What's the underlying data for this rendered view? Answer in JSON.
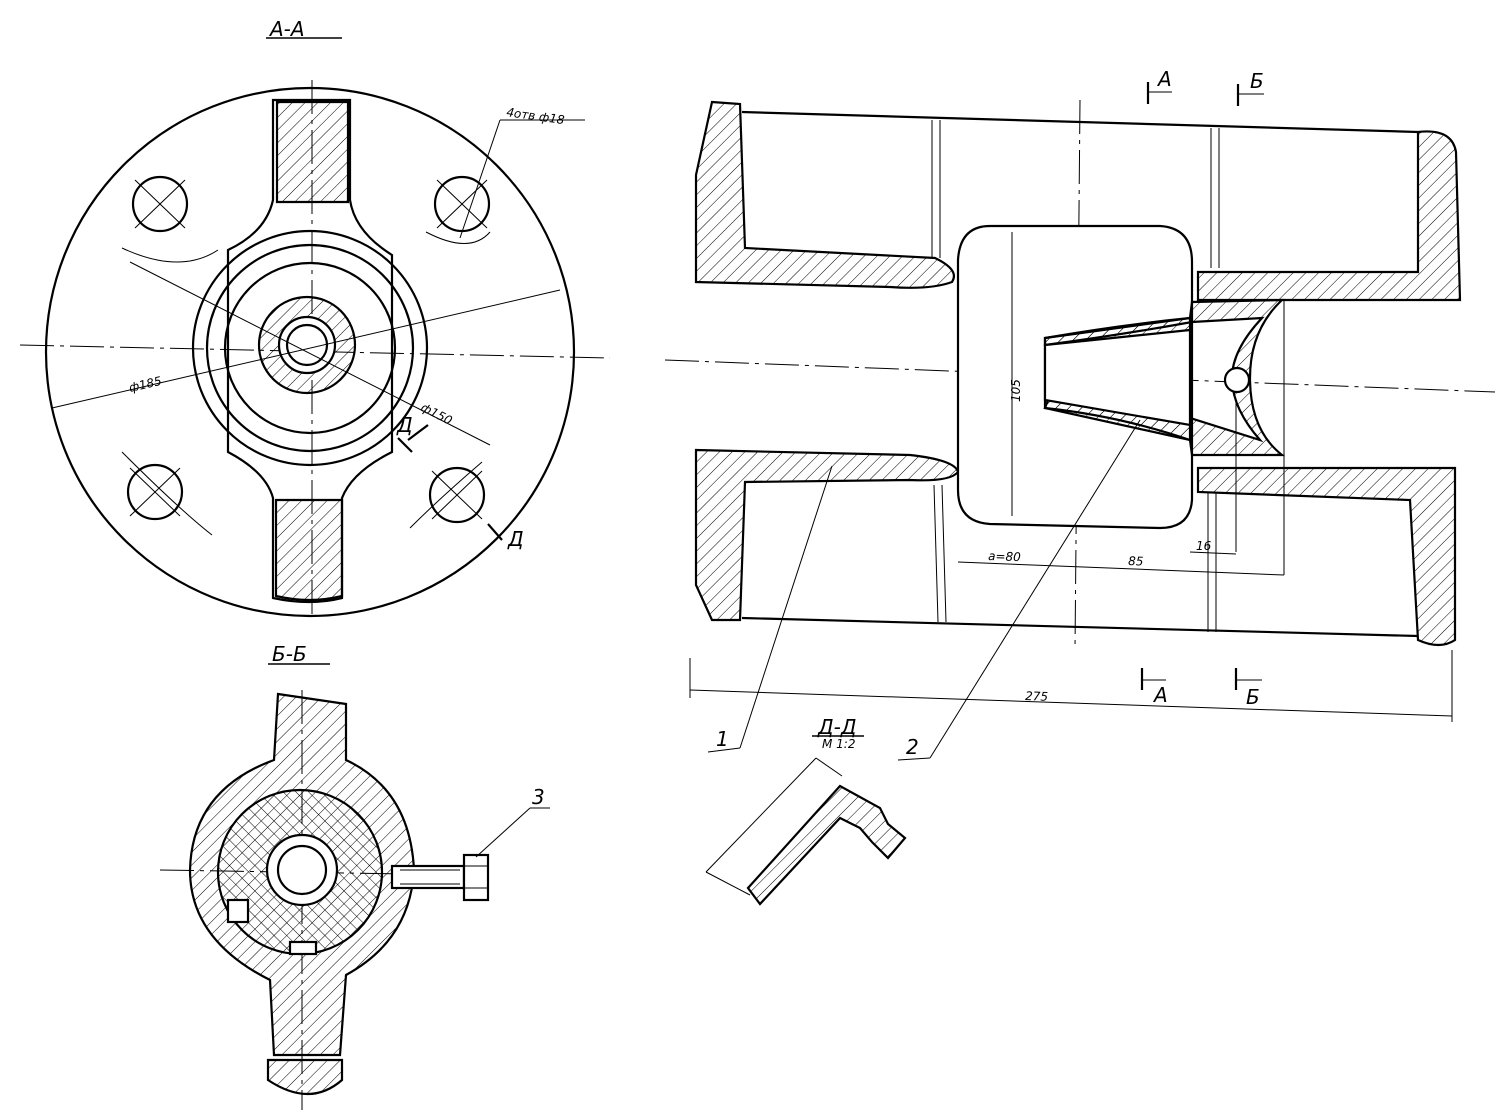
{
  "sections": {
    "aa": "А-А",
    "bb": "Б-Б",
    "dd": "Д-Д",
    "dd_scale": "М 1:2"
  },
  "dims": {
    "holes": "4отв ф18",
    "d185": "ф185",
    "d150": "ф150",
    "h105": "105",
    "a80": "a=80",
    "l85": "85",
    "l16": "16",
    "l275": "275"
  },
  "marks": {
    "a_top": "А",
    "b_top": "Б",
    "a_bot": "А",
    "b_bot": "Б",
    "d_1": "Д",
    "d_2": "Д"
  },
  "callouts": {
    "p1": "1",
    "p2": "2",
    "p3": "3"
  }
}
